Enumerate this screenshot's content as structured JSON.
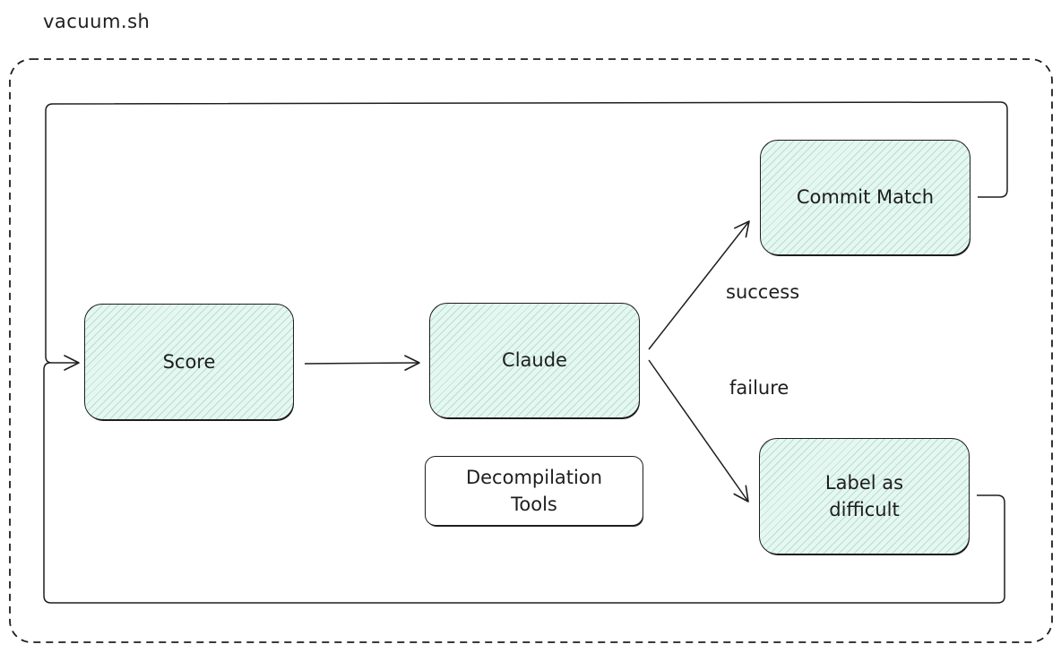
{
  "title": "vacuum.sh",
  "nodes": {
    "score": "Score",
    "claude": "Claude",
    "commit_match": "Commit Match",
    "label_difficult": "Label as\ndifficult",
    "decompilation_tools": "Decompilation\nTools"
  },
  "edges": {
    "success": "success",
    "failure": "failure"
  },
  "colors": {
    "node_fill": "#e6f7f1",
    "node_hatch": "#8ccdb4",
    "stroke": "#1e1e1e"
  }
}
